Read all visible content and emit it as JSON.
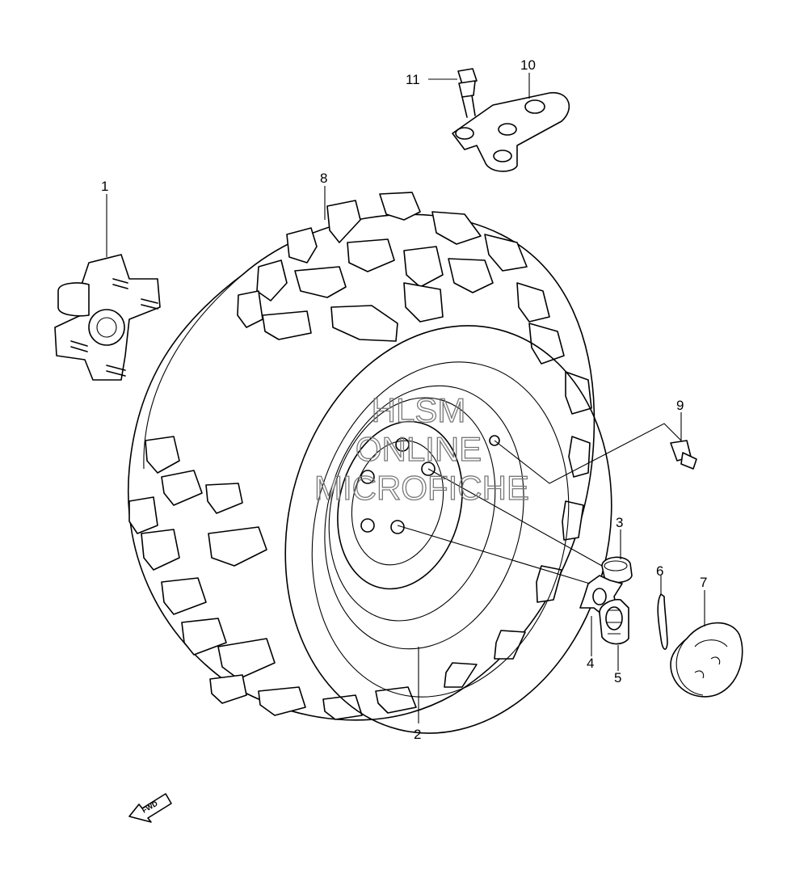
{
  "parts": [
    {
      "id": "1",
      "label": "1"
    },
    {
      "id": "2",
      "label": "2"
    },
    {
      "id": "3",
      "label": "3"
    },
    {
      "id": "4",
      "label": "4"
    },
    {
      "id": "5",
      "label": "5"
    },
    {
      "id": "6",
      "label": "6"
    },
    {
      "id": "7",
      "label": "7"
    },
    {
      "id": "8",
      "label": "8"
    },
    {
      "id": "9",
      "label": "9"
    },
    {
      "id": "10",
      "label": "10"
    },
    {
      "id": "11",
      "label": "11"
    }
  ],
  "watermark": {
    "line1": "HLSM",
    "line2": "ONLINE",
    "line3": "MICROFICHE"
  },
  "fwd_badge": "FWD",
  "colors": {
    "line": "#000000",
    "background": "#ffffff",
    "watermark": "#777777"
  }
}
